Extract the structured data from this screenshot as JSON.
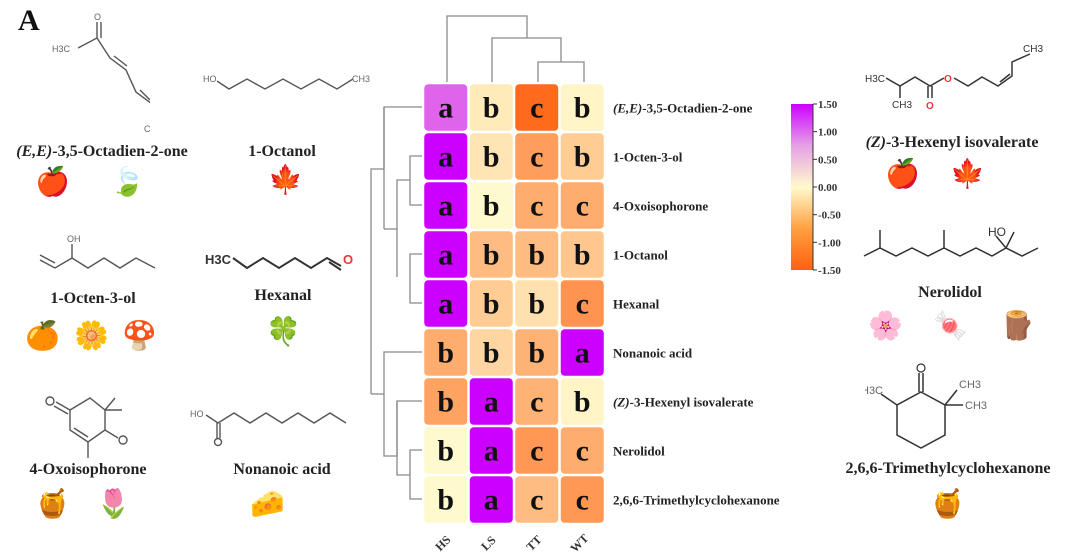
{
  "panel_label": "A",
  "chart_data": {
    "type": "heatmap",
    "title": "",
    "rows": [
      "(E,E)-3,5-Octadien-2-one",
      "1-Octen-3-ol",
      "4-Oxoisophorone",
      "1-Octanol",
      "Hexanal",
      "Nonanoic acid",
      "(Z)-3-Hexenyl isovalerate",
      "Nerolidol",
      "2,6,6-Trimethylcyclohexanone"
    ],
    "columns": [
      "HS",
      "LS",
      "TT",
      "WT"
    ],
    "values": [
      [
        0.9,
        -0.15,
        -1.4,
        -0.05
      ],
      [
        1.5,
        -0.2,
        -0.9,
        -0.45
      ],
      [
        1.5,
        0.0,
        -0.75,
        -0.75
      ],
      [
        1.5,
        -0.6,
        -0.6,
        -0.5
      ],
      [
        1.5,
        -0.45,
        -0.25,
        -1.0
      ],
      [
        -0.75,
        -0.35,
        -0.7,
        1.5
      ],
      [
        -0.85,
        1.5,
        -0.7,
        -0.05
      ],
      [
        0.0,
        1.5,
        -0.95,
        -0.75
      ],
      [
        0.0,
        1.5,
        -0.6,
        -0.95
      ]
    ],
    "significance_letters": [
      [
        "a",
        "b",
        "c",
        "b"
      ],
      [
        "a",
        "b",
        "c",
        "b"
      ],
      [
        "a",
        "b",
        "c",
        "c"
      ],
      [
        "a",
        "b",
        "b",
        "b"
      ],
      [
        "a",
        "b",
        "b",
        "c"
      ],
      [
        "b",
        "b",
        "b",
        "a"
      ],
      [
        "b",
        "a",
        "c",
        "b"
      ],
      [
        "b",
        "a",
        "c",
        "c"
      ],
      [
        "b",
        "a",
        "c",
        "c"
      ]
    ],
    "colorbar": {
      "range": [
        -1.5,
        1.5
      ],
      "ticks": [
        "1.50",
        "1.00",
        "0.50",
        "0.00",
        "-0.50",
        "-1.00",
        "-1.50"
      ],
      "colors": {
        "low": "#ff6010",
        "mid": "#fffacd",
        "high": "#cc00ff"
      },
      "placement": "right"
    },
    "row_dendrogram": true,
    "column_dendrogram": true,
    "column_cluster_order": "HS | (LS | (TT, WT))"
  },
  "compounds": [
    {
      "id": "octadienone",
      "prefix": "(E,E)",
      "name": "-3,5-Octadien-2-one",
      "icons": [
        "apple-icon",
        "leaf-icon"
      ],
      "glyphs": [
        "🍎",
        "🍃"
      ]
    },
    {
      "id": "octanol",
      "prefix": "",
      "name": "1-Octanol",
      "icons": [
        "maple-leaf-icon"
      ],
      "glyphs": [
        "🍁"
      ]
    },
    {
      "id": "octenol",
      "prefix": "",
      "name": "1-Octen-3-ol",
      "icons": [
        "orange-icon",
        "flower-icon",
        "mushroom-icon"
      ],
      "glyphs": [
        "🍊",
        "🌼",
        "🍄"
      ]
    },
    {
      "id": "hexanal",
      "prefix": "",
      "name": "Hexanal",
      "icons": [
        "clover-icon"
      ],
      "glyphs": [
        "🍀"
      ]
    },
    {
      "id": "oxoisophorone",
      "prefix": "",
      "name": "4-Oxoisophorone",
      "icons": [
        "honey-jar-icon",
        "rose-icon"
      ],
      "glyphs": [
        "🍯",
        "🌷"
      ]
    },
    {
      "id": "nonanoic",
      "prefix": "",
      "name": "Nonanoic acid",
      "icons": [
        "cheese-icon"
      ],
      "glyphs": [
        "🧀"
      ]
    },
    {
      "id": "hexenyl",
      "prefix": "(Z)",
      "name": "-3-Hexenyl isovalerate",
      "icons": [
        "apple-icon",
        "maple-leaf-icon"
      ],
      "glyphs": [
        "🍎",
        "🍁"
      ]
    },
    {
      "id": "nerolidol",
      "prefix": "",
      "name": "Nerolidol",
      "icons": [
        "cherry-blossom-icon",
        "candy-icon",
        "wood-logs-icon"
      ],
      "glyphs": [
        "🌸",
        "🍬",
        "🪵"
      ]
    },
    {
      "id": "tmch",
      "prefix": "",
      "name": "2,6,6-Trimethylcyclohexanone",
      "icons": [
        "honey-jar-icon"
      ],
      "glyphs": [
        "🍯"
      ]
    }
  ],
  "atoms": {
    "h3c": "H3C",
    "ch3": "CH3",
    "oh": "OH",
    "ho": "HO",
    "o": "O"
  }
}
